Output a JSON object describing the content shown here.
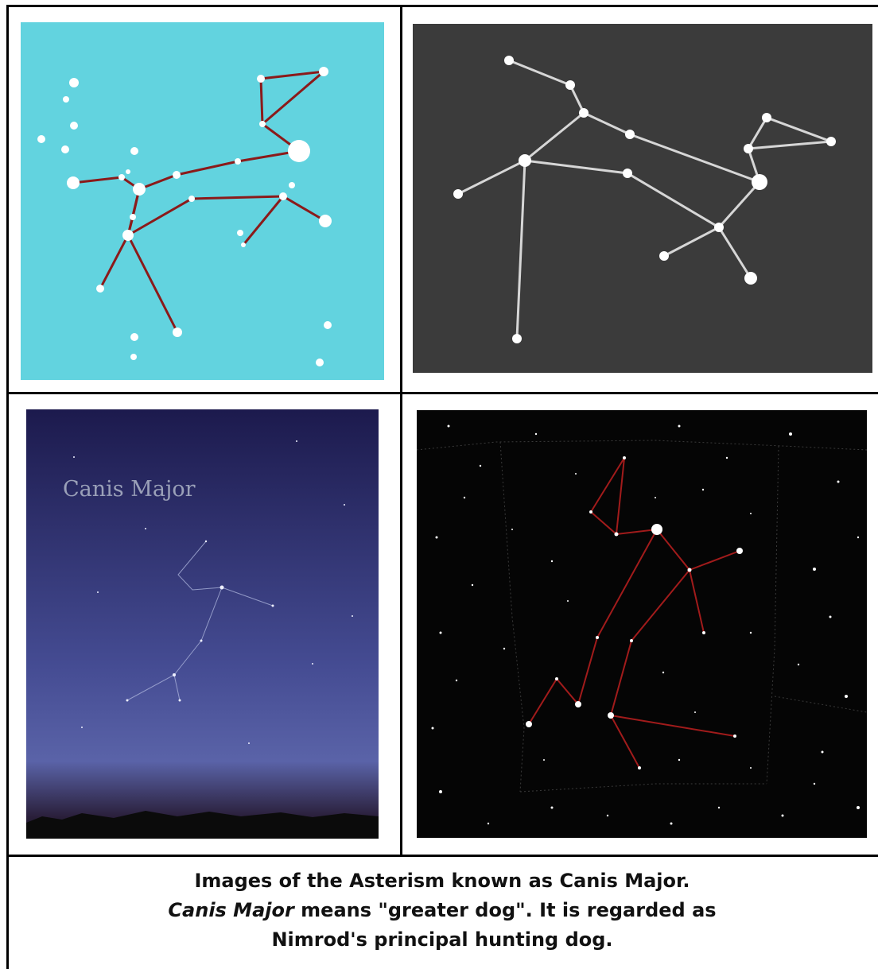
{
  "panels": {
    "bottom_left": {
      "label": "Canis Major"
    }
  },
  "caption": {
    "line1": "Images of the Asterism known as Canis Major.",
    "line2_italic": "Canis Major",
    "line2_rest": " means \"greater dog\". It is regarded as",
    "line3": "Nimrod's principal hunting dog."
  },
  "colors": {
    "cyan_bg": "#62d3df",
    "gray_bg": "#3b3b3b",
    "night_top": "#1c1a4d",
    "night_bottom": "#5a63a8",
    "starmap_bg": "#050505",
    "star_line_red": "#a11b1b"
  }
}
